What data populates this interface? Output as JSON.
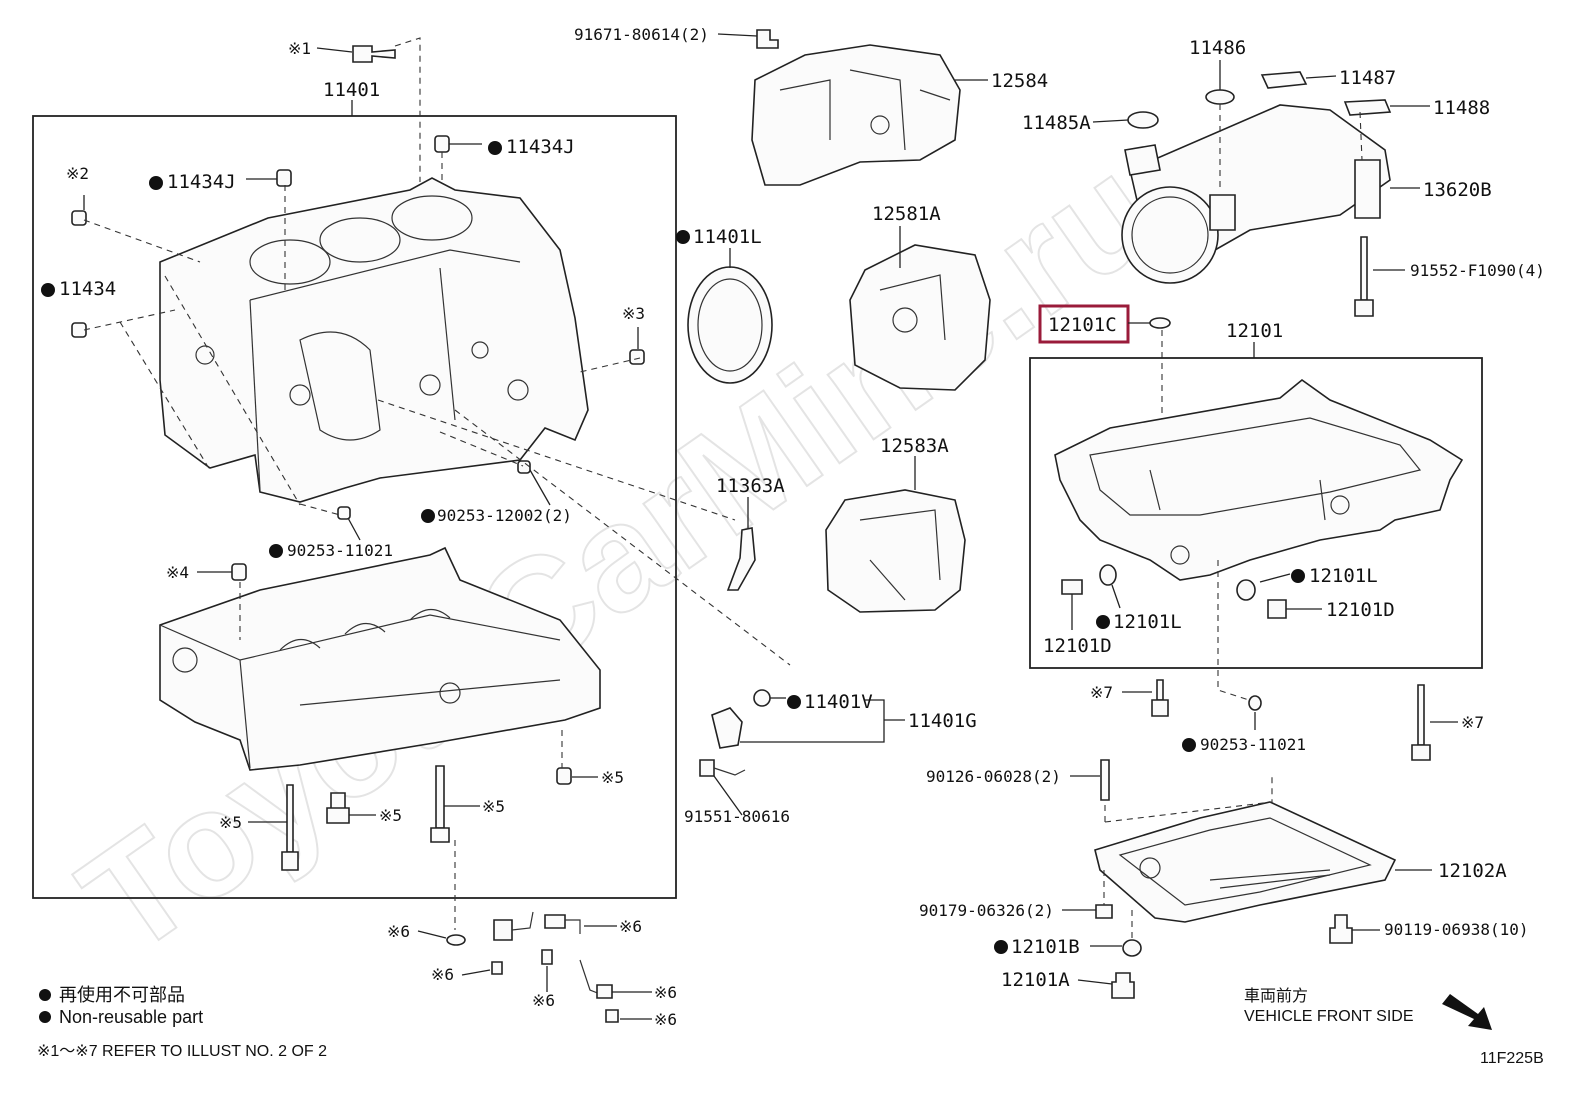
{
  "watermark": "ToyotaCarMine.ru",
  "labels": {
    "p11401": "11401",
    "p11434J_a": "11434J",
    "p11434J_b": "11434J",
    "p11434": "11434",
    "p90253_12002": "90253-12002(2)",
    "p90253_11021_a": "90253-11021",
    "p91671": "91671-80614(2)",
    "p12584": "12584",
    "p11401L": "11401L",
    "p12581A": "12581A",
    "p12583A": "12583A",
    "p11363A": "11363A",
    "p11401V": "11401V",
    "p11401G": "11401G",
    "p91551": "91551-80616",
    "p11486": "11486",
    "p11487": "11487",
    "p11488": "11488",
    "p11485A": "11485A",
    "p13620B": "13620B",
    "p91552": "91552-F1090(4)",
    "p12101C": "12101C",
    "p12101": "12101",
    "p12101L_a": "12101L",
    "p12101L_b": "12101L",
    "p12101D_a": "12101D",
    "p12101D_b": "12101D",
    "p90253_11021_b": "90253-11021",
    "p90126": "90126-06028(2)",
    "p12102A": "12102A",
    "p90179": "90179-06326(2)",
    "p90119": "90119-06938(10)",
    "p12101B": "12101B",
    "p12101A": "12101A"
  },
  "refs": {
    "r1": "※1",
    "r2": "※2",
    "r3": "※3",
    "r4": "※4",
    "r5a": "※5",
    "r5b": "※5",
    "r5c": "※5",
    "r5d": "※5",
    "r6a": "※6",
    "r6b": "※6",
    "r6c": "※6",
    "r6d": "※6",
    "r6e": "※6",
    "r6f": "※6",
    "r7a": "※7",
    "r7b": "※7"
  },
  "legend": {
    "jp": "再使用不可部品",
    "en": "Non-reusable part",
    "refer": "※1～※7  REFER TO ILLUST NO. 2 OF 2"
  },
  "direction": {
    "jp": "車両前方",
    "en": "VEHICLE FRONT SIDE"
  },
  "figure_code": "11F225B",
  "highlight_color": "#9a1b3a"
}
